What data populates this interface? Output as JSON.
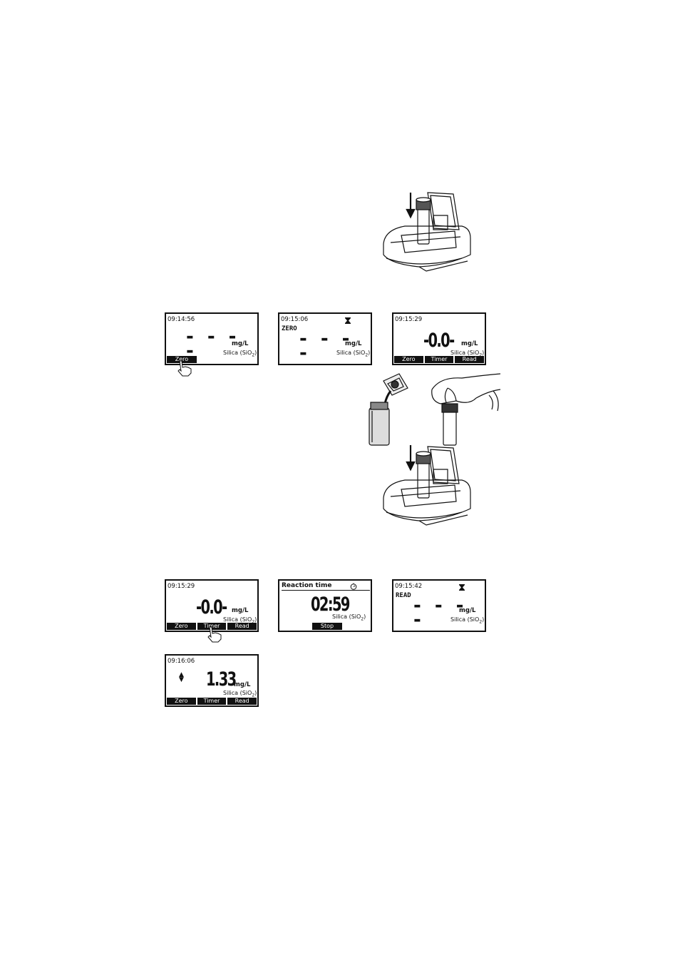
{
  "unit": "mg/L",
  "parameter": "Silica (SiO",
  "parameter_sub": "2",
  "parameter_close": ")",
  "screens": {
    "s1": {
      "time": "09:14:56",
      "dashes": "- - - -",
      "key": "Zero"
    },
    "s2": {
      "time": "09:15:06",
      "status": "ZERO",
      "dashes": "- - - -"
    },
    "s3": {
      "time": "09:15:29",
      "value": "-0.0-",
      "keys": [
        "Zero",
        "Timer",
        "Read"
      ]
    },
    "s4": {
      "time": "09:15:29",
      "value": "-0.0-",
      "keys": [
        "Zero",
        "Timer",
        "Read"
      ]
    },
    "s5": {
      "title": "Reaction time",
      "value": "02:59",
      "key": "Stop"
    },
    "s6": {
      "time": "09:15:42",
      "status": "READ",
      "dashes": "- - - -"
    },
    "s7": {
      "time": "09:16:06",
      "value": "1.33",
      "keys": [
        "Zero",
        "Timer",
        "Read"
      ]
    }
  },
  "icons": [
    "hourglass-icon",
    "stopwatch-icon",
    "up-down-arrows-icon",
    "pointing-hand-icon"
  ]
}
